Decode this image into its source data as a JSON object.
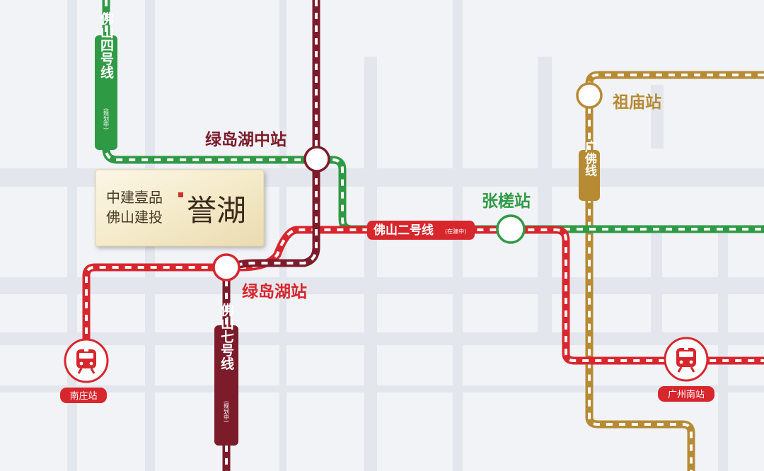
{
  "colors": {
    "background": "#f1f3f6",
    "road": "#e2e6ec",
    "line2": "#d8262d",
    "line4": "#2f9a44",
    "line7": "#7c1b2a",
    "guangfo": "#b78a34",
    "station_label_dark": "#7c1b2a",
    "station_label_red": "#d8262d",
    "station_label_green": "#2f9a44",
    "station_label_gold": "#b78a34"
  },
  "lines": {
    "line4": {
      "name": "佛山四号线",
      "note": "(规划中)"
    },
    "line2": {
      "name": "佛山二号线",
      "note": "(在建中)"
    },
    "line7": {
      "name": "佛山七号线",
      "note": "(规划中)"
    },
    "guangfo": {
      "name": "广佛线"
    }
  },
  "stations": {
    "lvdaohu_zhong": "绿岛湖中站",
    "lvdaohu": "绿岛湖站",
    "zhangcha": "张槎站",
    "zumiao": "祖庙站",
    "nanzhuang": "南庄站",
    "guangzhou_south": "广州南站"
  },
  "project": {
    "developer_line1": "中建壹品",
    "developer_line2": "佛山建投",
    "name": "誉湖"
  },
  "icons": {
    "rail_station": "train-icon"
  }
}
